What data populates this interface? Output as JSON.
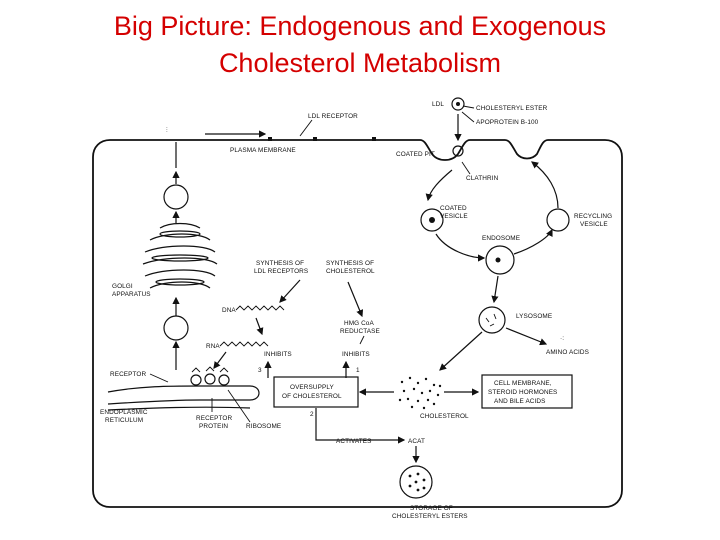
{
  "title": {
    "line1": "Big Picture: Endogenous and Exogenous",
    "line2": "Cholesterol Metabolism"
  },
  "diagram": {
    "labels": {
      "ldl": "LDL",
      "cholesteryl_ester": "CHOLESTERYL ESTER",
      "apoprotein": "APOPROTEIN B-100",
      "ldl_receptor": "LDL RECEPTOR",
      "plasma_membrane": "PLASMA MEMBRANE",
      "coated_pit": "COATED PIT",
      "clathrin": "CLATHRIN",
      "coated_vesicle_1": "COATED",
      "coated_vesicle_2": "VESICLE",
      "recycling_vesicle_1": "RECYCLING",
      "recycling_vesicle_2": "VESICLE",
      "endosome": "ENDOSOME",
      "golgi_1": "GOLGI",
      "golgi_2": "APPARATUS",
      "synth_receptors_1": "SYNTHESIS OF",
      "synth_receptors_2": "LDL RECEPTORS",
      "synth_cholesterol_1": "SYNTHESIS OF",
      "synth_cholesterol_2": "CHOLESTEROL",
      "dna": "DNA",
      "rna": "RNA",
      "hmg_1": "HMG CoA",
      "hmg_2": "REDUCTASE",
      "inhibits_1": "INHIBITS",
      "inhibits_2": "INHIBITS",
      "lysosome": "LYSOSOME",
      "amino_acids": "AMINO ACIDS",
      "receptor": "RECEPTOR",
      "oversupply_1": "OVERSUPPLY",
      "oversupply_2": "OF CHOLESTEROL",
      "cell_membrane_1": "CELL MEMBRANE,",
      "cell_membrane_2": "STEROID HORMONES",
      "cell_membrane_3": "AND BILE ACIDS",
      "er_1": "ENDOPLASMIC",
      "er_2": "RETICULUM",
      "receptor_protein_1": "RECEPTOR",
      "receptor_protein_2": "PROTEIN",
      "ribosome": "RIBOSOME",
      "cholesterol": "CHOLESTEROL",
      "activates": "ACTIVATES",
      "acat": "ACAT",
      "storage_1": "STORAGE OF",
      "storage_2": "CHOLESTERYL ESTERS",
      "num_1": "1",
      "num_2": "2",
      "num_3": "3"
    }
  }
}
